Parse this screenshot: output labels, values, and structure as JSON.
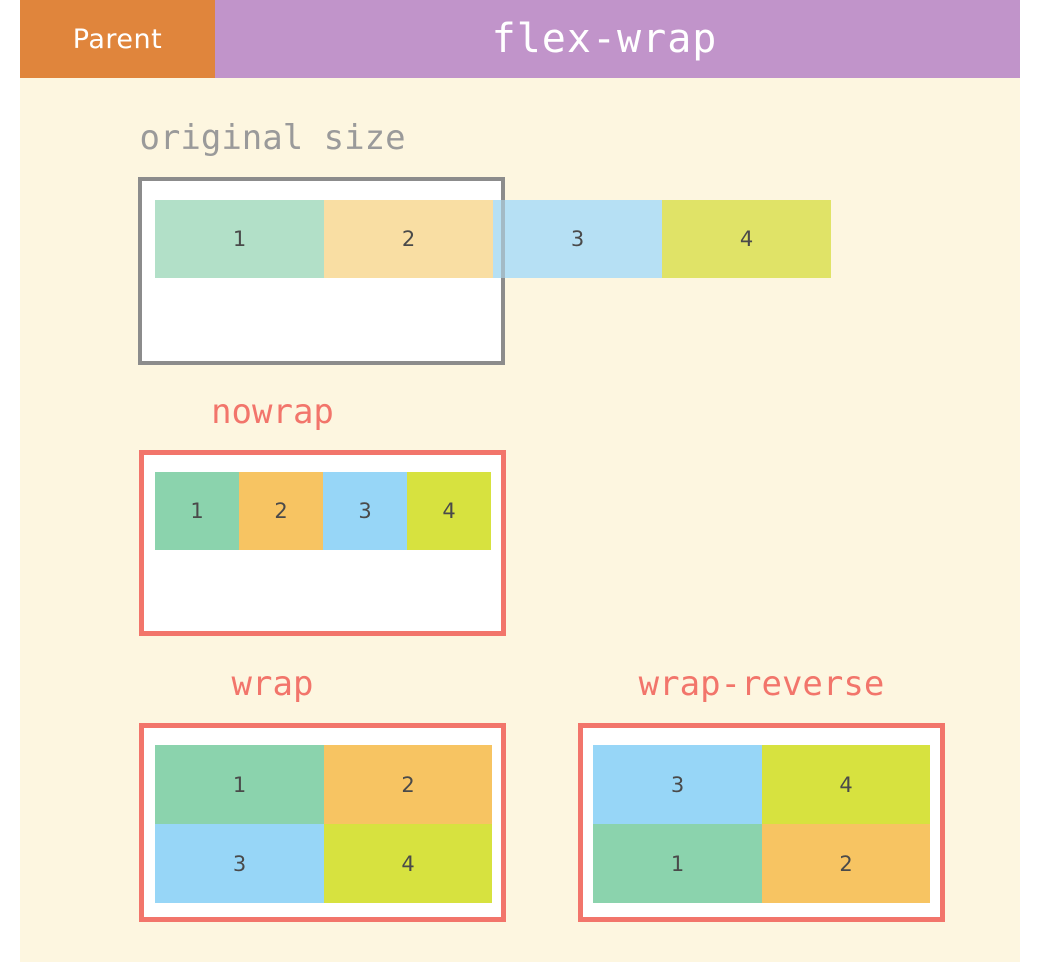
{
  "header": {
    "parent_label": "Parent",
    "title": "flex-wrap",
    "parent_bg": "#e0853c",
    "title_bg": "#c194ca"
  },
  "page": {
    "background": "#fdf6e0",
    "outer_background": "#ffffff"
  },
  "palette": {
    "item1": "#8bd3ad",
    "item2": "#f7c462",
    "item3": "#97d6f7",
    "item4": "#d7e23f",
    "item1_faded": "#b2e0c8",
    "item2_faded": "#f9dea3",
    "item3_faded": "#b6e0f4",
    "item4_faded": "#e0e367",
    "gray_border": "#8c8c8c",
    "red_border": "#f2756b",
    "label_gray": "#9a9a9a",
    "label_red": "#f2756b",
    "item_text": "#4a4a4a"
  },
  "sections": [
    {
      "id": "original-size",
      "label": "original size",
      "label_color": "gray",
      "border_color": "gray",
      "items": [
        "1",
        "2",
        "3",
        "4"
      ],
      "overflow": true,
      "lines": 1
    },
    {
      "id": "nowrap",
      "label": "nowrap",
      "label_color": "red",
      "border_color": "red",
      "items": [
        "1",
        "2",
        "3",
        "4"
      ],
      "overflow": false,
      "lines": 1
    },
    {
      "id": "wrap",
      "label": "wrap",
      "label_color": "red",
      "border_color": "red",
      "items": [
        "1",
        "2",
        "3",
        "4"
      ],
      "rows": [
        [
          "1",
          "2"
        ],
        [
          "3",
          "4"
        ]
      ],
      "overflow": false,
      "lines": 2
    },
    {
      "id": "wrap-reverse",
      "label": "wrap-reverse",
      "label_color": "red",
      "border_color": "red",
      "items": [
        "1",
        "2",
        "3",
        "4"
      ],
      "rows": [
        [
          "3",
          "4"
        ],
        [
          "1",
          "2"
        ]
      ],
      "overflow": false,
      "lines": 2
    }
  ],
  "items": {
    "one": "1",
    "two": "2",
    "three": "3",
    "four": "4"
  }
}
